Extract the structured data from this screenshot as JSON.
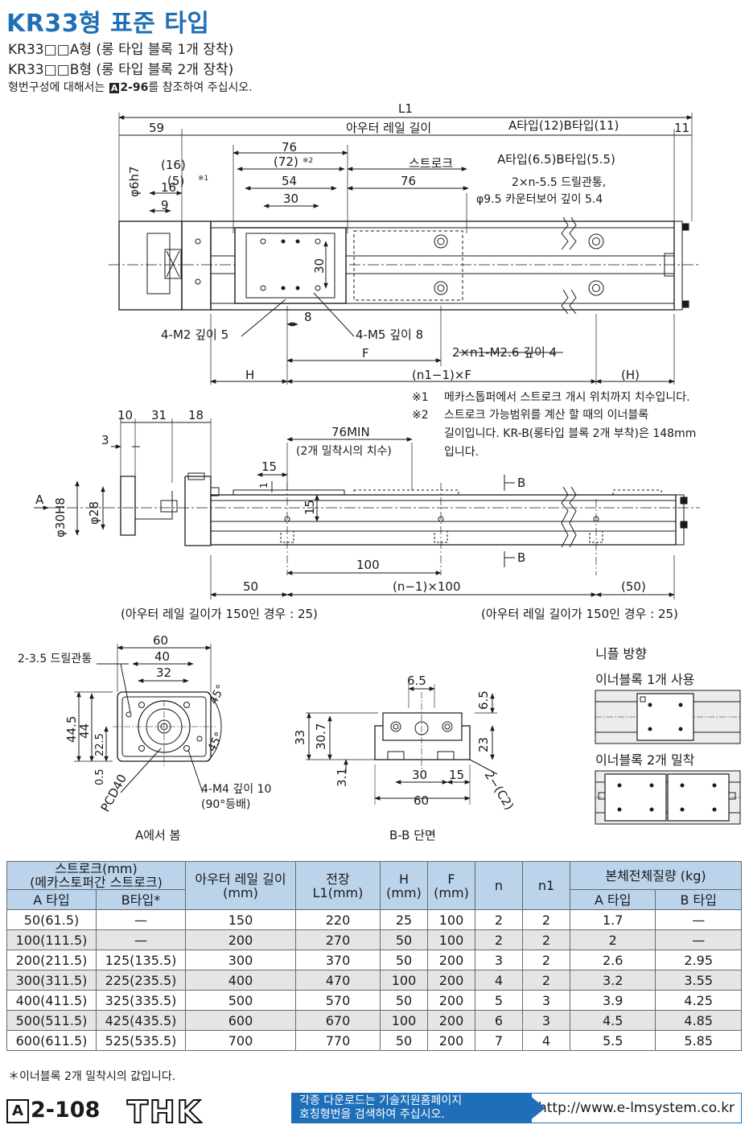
{
  "header": {
    "title": "KR33형 표준 타입",
    "subtitle1": "KR33□□A형 (롱 타입 블록 1개 장착)",
    "subtitle2": "KR33□□B형 (롱 타입 블록 2개 장착)",
    "ref_pre": "형번구성에 대해서는",
    "ref_mark": "A",
    "ref_page": "2-96",
    "ref_post": "를 참조하여 주십시오."
  },
  "top_view": {
    "L1": "L1",
    "d59": "59",
    "outer_rail": "아우터 레일 길이",
    "ab_12_11": "A타입(12)B타입(11)",
    "d11": "11",
    "d76": "76",
    "d72": "(72)",
    "mark2": "※2",
    "stroke": "스트로크",
    "ab_65_55": "A타입(6.5)B타입(5.5)",
    "d16p": "(16)",
    "d5p": "(5)",
    "mark1": "※1",
    "phi6h7": "φ6h7",
    "d16": "16",
    "d9": "9",
    "d54": "54",
    "d30": "30",
    "d76b": "76",
    "drill1": "2×n-5.5 드릴관통,",
    "drill2": "φ9.5 카운터보어 깊이 5.4",
    "d30v": "30",
    "m2": "4-M2 깊이 5",
    "d8": "8",
    "m5": "4-M5 깊이 8",
    "m26": "2×n1-M2.6 깊이 4",
    "F": "F",
    "H": "H",
    "n1F": "(n1−1)×F",
    "Hp": "(H)"
  },
  "notes": {
    "n1_mark": "※1",
    "n1_text": "메카스톱퍼에서 스트로크 개시 위치까지 치수입니다.",
    "n2_mark": "※2",
    "n2_line1": "스트로크 가능범위를 계산 할 때의 이너블록",
    "n2_line2": "길이입니다. KR-B(롱타입 블록 2개 부착)은 148mm",
    "n2_line3": "입니다."
  },
  "side_view": {
    "d10": "10",
    "d31": "31",
    "d18": "18",
    "d3": "3",
    "min76": "76MIN",
    "min76_note": "(2개 밀착시의 치수)",
    "d15": "15",
    "d1": "1",
    "d15v": "15",
    "A": "A",
    "phi30": "φ30H8",
    "phi28": "φ28",
    "BB1": "B",
    "BB2": "B",
    "d100": "100",
    "d50": "50",
    "n100": "(n−1)×100",
    "d50p": "(50)",
    "case_left": "(아우터 레일 길이가 150인 경우 : 25)",
    "case_right": "(아우터 레일 길이가 150인 경우 : 25)"
  },
  "view_a": {
    "drill": "2-3.5 드릴관통",
    "d60": "60",
    "d40": "40",
    "d32": "32",
    "d445": "44.5",
    "d44": "44",
    "d225": "22.5",
    "d05": "0.5",
    "pcd": "PCD40",
    "deg45a": "45°",
    "deg45b": "45°",
    "m4": "4-M4 깊이 10",
    "m4b": "(90°등배)",
    "caption": "A에서 봄"
  },
  "view_bb": {
    "d65": "6.5",
    "d65v": "6.5",
    "d33": "33",
    "d307": "30.7",
    "d23": "23",
    "d31": "3.1",
    "d30": "30",
    "d15": "15",
    "c2": "2−(C2)",
    "d60": "60",
    "caption": "B-B 단면"
  },
  "nipple": {
    "title": "니플 방향",
    "one": "이너블록 1개 사용",
    "two": "이너블록 2개 밀착"
  },
  "table": {
    "h_stroke1": "스트로크(mm)",
    "h_stroke2": "(메카스토퍼간 스트로크)",
    "h_rail1": "아우터 레일 길이",
    "h_rail2": "(mm)",
    "h_total1": "전장",
    "h_total2": "L1(mm)",
    "h_H1": "H",
    "h_H2": "(mm)",
    "h_F1": "F",
    "h_F2": "(mm)",
    "h_n": "n",
    "h_n1": "n1",
    "h_mass": "본체전체질량 (kg)",
    "h_a": "A 타입",
    "h_b": "B타입*",
    "h_ma": "A 타입",
    "h_mb": "B 타입",
    "rows": [
      [
        "50(61.5)",
        "—",
        "150",
        "220",
        "25",
        "100",
        "2",
        "2",
        "1.7",
        "—"
      ],
      [
        "100(111.5)",
        "—",
        "200",
        "270",
        "50",
        "100",
        "2",
        "2",
        "2",
        "—"
      ],
      [
        "200(211.5)",
        "125(135.5)",
        "300",
        "370",
        "50",
        "200",
        "3",
        "2",
        "2.6",
        "2.95"
      ],
      [
        "300(311.5)",
        "225(235.5)",
        "400",
        "470",
        "100",
        "200",
        "4",
        "2",
        "3.2",
        "3.55"
      ],
      [
        "400(411.5)",
        "325(335.5)",
        "500",
        "570",
        "50",
        "200",
        "5",
        "3",
        "3.9",
        "4.25"
      ],
      [
        "500(511.5)",
        "425(435.5)",
        "600",
        "670",
        "100",
        "200",
        "6",
        "3",
        "4.5",
        "4.85"
      ],
      [
        "600(611.5)",
        "525(535.5)",
        "700",
        "770",
        "50",
        "200",
        "7",
        "4",
        "5.5",
        "5.85"
      ]
    ]
  },
  "footnote": "＊이너블록 2개 밀착시의 값입니다.",
  "footer": {
    "mark": "A",
    "page": "2-108",
    "brand": "THK",
    "notice1": "각종 다운로드는 기술지원홈페이지",
    "notice2": "호칭형번을 검색하여 주십시오.",
    "url": "http://www.e-lmsystem.co.kr"
  },
  "colors": {
    "title": "#1f6fb5",
    "table_header": "#bcd3ec",
    "table_stripe": "#e5e5e5",
    "notice": "#1e6fb8"
  }
}
